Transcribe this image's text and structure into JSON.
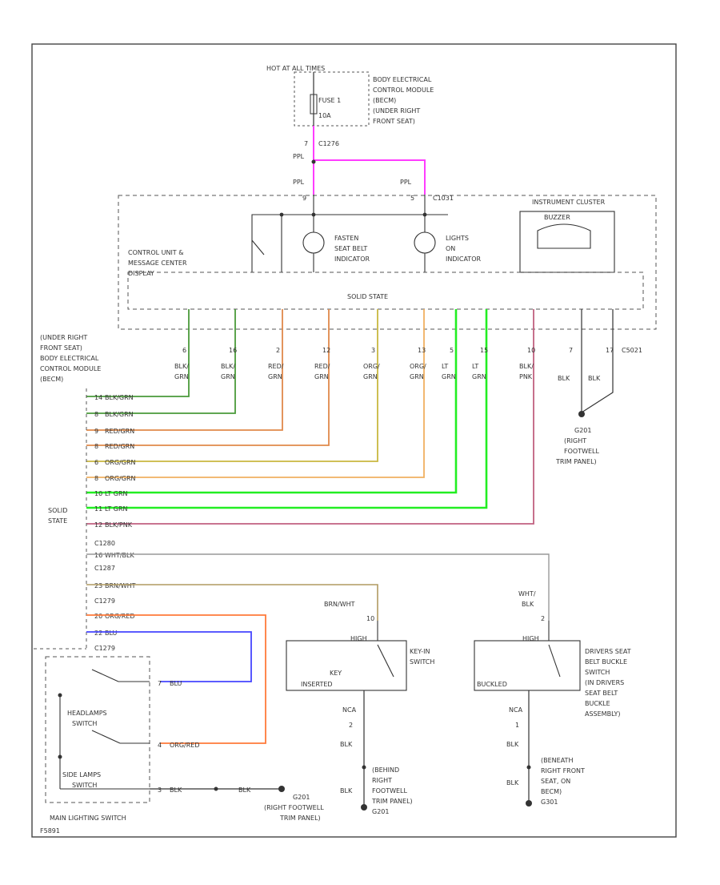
{
  "power": {
    "hot_at_all_times": "HOT AT ALL TIMES",
    "fuse_label": "FUSE 1",
    "fuse_amps": "10A",
    "module_desc": [
      "BODY ELECTRICAL",
      "CONTROL MODULE",
      "(BECM)",
      "(UNDER RIGHT",
      "FRONT SEAT)"
    ],
    "pin_top": "7",
    "conn_top": "C1276",
    "wire_ppl_a": "PPL",
    "wire_ppl_b": "PPL",
    "wire_ppl_c": "PPL",
    "pin_a": "9",
    "pin_b": "5",
    "conn_cluster": "C1031"
  },
  "cluster": {
    "title": "INSTRUMENT CLUSTER",
    "buzzer": "BUZZER",
    "control_unit": [
      "CONTROL UNIT &",
      "MESSAGE CENTER",
      "DISPLAY"
    ],
    "fasten_belt": [
      "FASTEN",
      "SEAT BELT",
      "INDICATOR"
    ],
    "lights_on": [
      "LIGHTS",
      "ON",
      "INDICATOR"
    ],
    "solid_state": "SOLID STATE"
  },
  "cluster_pins": [
    {
      "pin": "6",
      "wire1": "BLK/",
      "wire2": "GRN"
    },
    {
      "pin": "16",
      "wire1": "BLK/",
      "wire2": "GRN"
    },
    {
      "pin": "2",
      "wire1": "RED/",
      "wire2": "GRN"
    },
    {
      "pin": "12",
      "wire1": "RED/",
      "wire2": "GRN"
    },
    {
      "pin": "3",
      "wire1": "ORG/",
      "wire2": "GRN"
    },
    {
      "pin": "13",
      "wire1": "ORG/",
      "wire2": "GRN"
    },
    {
      "pin": "5",
      "wire1": "LT",
      "wire2": "GRN"
    },
    {
      "pin": "15",
      "wire1": "LT",
      "wire2": "GRN"
    },
    {
      "pin": "10",
      "wire1": "BLK/",
      "wire2": "PNK"
    }
  ],
  "ground_right": {
    "pin_a": "7",
    "pin_b": "17",
    "conn": "C5021",
    "wire_a": "BLK",
    "wire_b": "BLK",
    "ground_label": [
      "G201",
      "(RIGHT",
      "FOOTWELL",
      "TRIM PANEL)"
    ]
  },
  "becm": {
    "label": [
      "(UNDER RIGHT",
      "FRONT SEAT)",
      "BODY ELECTRICAL",
      "CONTROL MODULE",
      "(BECM)"
    ],
    "solid_state": [
      "SOLID",
      "STATE"
    ]
  },
  "becm_rows": [
    {
      "pin": "14",
      "wire": "BLK/GRN"
    },
    {
      "pin": "8",
      "wire": "BLK/GRN"
    },
    {
      "pin": "9",
      "wire": "RED/GRN"
    },
    {
      "pin": "8",
      "wire": "RED/GRN"
    },
    {
      "pin": "6",
      "wire": "ORG/GRN"
    },
    {
      "pin": "8",
      "wire": "ORG/GRN"
    },
    {
      "pin": "10",
      "wire": "LT GRN"
    },
    {
      "pin": "11",
      "wire": "LT GRN"
    },
    {
      "pin": "12",
      "wire": "BLK/PNK"
    }
  ],
  "lower": {
    "conn_c1280": "C1280",
    "pin_wht_blk": "16",
    "wire_wht_blk": "WHT/BLK",
    "conn_c1287": "C1287",
    "pin_brn_wht": "23",
    "wire_brn_wht": "BRN/WHT",
    "conn_c1279a": "C1279",
    "pin_org_red": "20",
    "wire_org_red": "ORG/RED",
    "pin_blu": "22",
    "wire_blu": "BLU",
    "conn_c1279b": "C1279"
  },
  "key_switch": {
    "wire_top": "BRN/WHT",
    "pin_top": "10",
    "high": "HIGH",
    "name": [
      "KEY-IN",
      "SWITCH"
    ],
    "state": [
      "KEY",
      "INSERTED"
    ],
    "wire_mid": "NCA",
    "pin_mid": "2",
    "wire_b1": "BLK",
    "wire_b2": "BLK",
    "ground": [
      "(BEHIND",
      "RIGHT",
      "FOOTWELL",
      "TRIM PANEL)",
      "G201"
    ]
  },
  "buckle_switch": {
    "wire_top": [
      "WHT/",
      "BLK"
    ],
    "pin_top": "2",
    "high": "HIGH",
    "name": [
      "DRIVERS SEAT",
      "BELT BUCKLE",
      "SWITCH",
      "(IN DRIVERS",
      "SEAT BELT",
      "BUCKLE",
      "ASSEMBLY)"
    ],
    "state": "BUCKLED",
    "wire_mid": "NCA",
    "pin_mid": "1",
    "wire_b1": "BLK",
    "wire_b2": "BLK",
    "ground": [
      "(BENEATH",
      "RIGHT FRONT",
      "SEAT, ON",
      "BECM)",
      "G301"
    ]
  },
  "lighting": {
    "headlamps": [
      "HEADLAMPS",
      "SWITCH"
    ],
    "side_lamps": [
      "SIDE LAMPS",
      "SWITCH"
    ],
    "pin_blu": "7",
    "wire_blu": "BLU",
    "pin_org": "4",
    "wire_org": "ORG/RED",
    "pin_blk": "3",
    "wire_blk1": "BLK",
    "wire_blk2": "BLK",
    "ground": [
      "G201",
      "(RIGHT FOOTWELL",
      "TRIM PANEL)"
    ],
    "caption": "MAIN LIGHTING SWITCH"
  },
  "footer_code": "F5891"
}
